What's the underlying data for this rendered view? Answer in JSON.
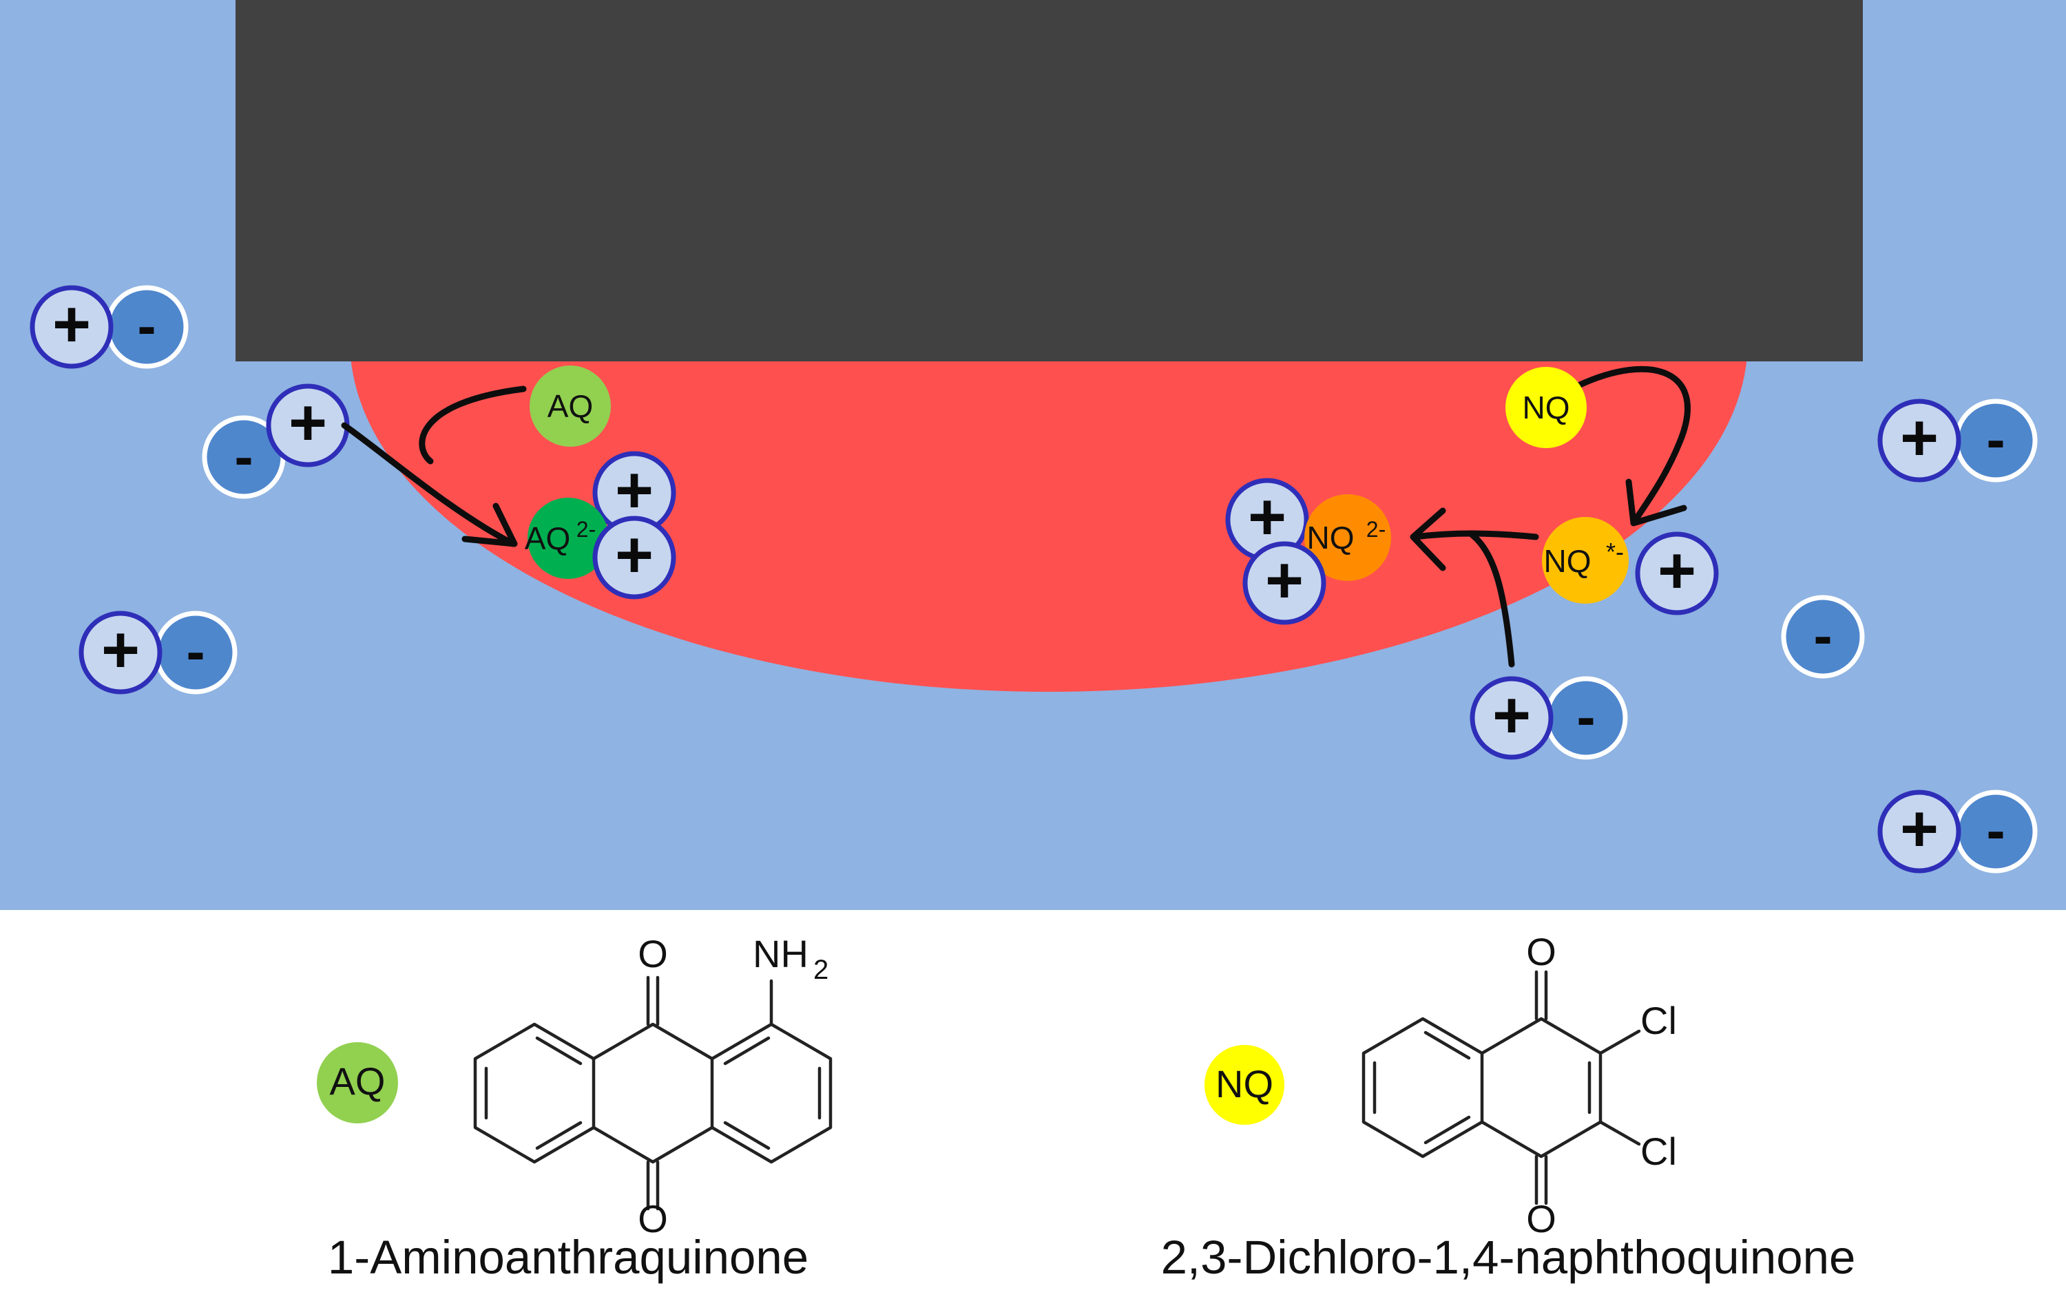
{
  "colors": {
    "electrolyte": "#8fb3e2",
    "electrode": "#414141",
    "reaction_zone": "#ff5050",
    "cation_fill": "#c6d6ef",
    "cation_stroke": "#2e2eb8",
    "anion_fill": "#4f87cd",
    "anion_stroke": "#ffffff",
    "aq": "#92d050",
    "aq_reduced": "#00b050",
    "nq": "#ffff00",
    "nq_radical": "#ffc000",
    "nq_reduced": "#ff8c00"
  },
  "ions": {
    "plus": "+",
    "minus": "-"
  },
  "species": {
    "aq": "AQ",
    "aq_reduced": {
      "base": "AQ",
      "charge": "2-"
    },
    "nq": "NQ",
    "nq_radical": {
      "base": "NQ",
      "charge": "*-"
    },
    "nq_reduced": {
      "base": "NQ",
      "charge": "2-"
    }
  },
  "legend": {
    "aq": {
      "badge": "AQ",
      "name": "1-Aminoanthraquinone",
      "atoms": {
        "o_top": "O",
        "o_bottom": "O",
        "amine": "NH",
        "amine_sub": "2"
      }
    },
    "nq": {
      "badge": "NQ",
      "name": "2,3-Dichloro-1,4-naphthoquinone",
      "atoms": {
        "o_top": "O",
        "o_bottom": "O",
        "cl_top": "Cl",
        "cl_bottom": "Cl"
      }
    }
  }
}
